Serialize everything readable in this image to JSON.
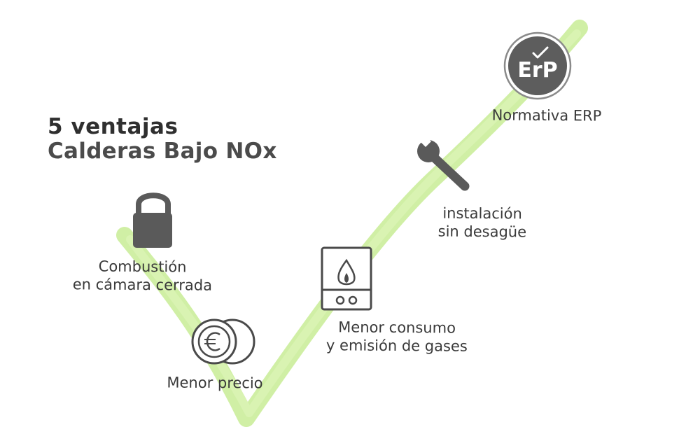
{
  "title": {
    "line1": "5 ventajas",
    "line2": "Calderas Bajo NOx"
  },
  "items": [
    {
      "icon": "padlock-icon",
      "line1": "Combustión",
      "line2": "en cámara cerrada"
    },
    {
      "icon": "euro-coins-icon",
      "line1": "Menor precio",
      "line2": ""
    },
    {
      "icon": "boiler-flame-icon",
      "line1": "Menor consumo",
      "line2": "y emisión de gases"
    },
    {
      "icon": "wrench-icon",
      "line1": "instalación",
      "line2": "sin desagüe"
    },
    {
      "icon": "erp-badge-icon",
      "line1": "Normativa ERP",
      "line2": ""
    }
  ],
  "badge": {
    "text": "ErP"
  },
  "colors": {
    "checkmark": "#cdeea0",
    "icon": "#5a5a5a",
    "text": "#3a3a3a",
    "title_dark": "#2f2f2f",
    "title_mid": "#4b4b4b"
  }
}
